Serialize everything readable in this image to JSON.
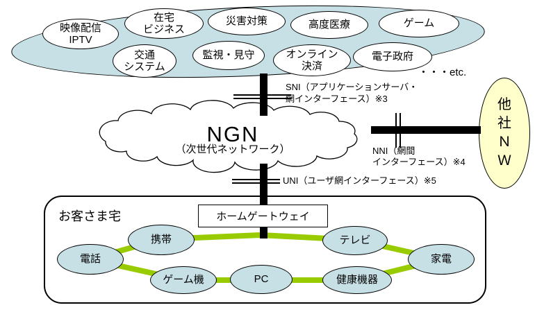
{
  "top_services": {
    "items": [
      {
        "label": "映像配信\nIPTV"
      },
      {
        "label": "在宅\nビジネス"
      },
      {
        "label": "災害対策"
      },
      {
        "label": "高度医療"
      },
      {
        "label": "ゲーム"
      },
      {
        "label": "交通\nシステム"
      },
      {
        "label": "監視・見守"
      },
      {
        "label": "オンライン\n決済"
      },
      {
        "label": "電子政府"
      }
    ],
    "etc_label": "・・・etc."
  },
  "ngn": {
    "title": "NGN",
    "subtitle": "（次世代ネットワーク）"
  },
  "interfaces": {
    "sni": "SNI（アプリケーションサーバ・\n網インターフェース）※3",
    "nni": "NNI（網間\nインターフェース）※4",
    "uni": "UNI（ユーザ網インターフェース）※5"
  },
  "other_network": {
    "label": "他\n社\nＮ\nＷ"
  },
  "customer_home": {
    "title": "お客さま宅",
    "gateway_label": "ホームゲートウェイ",
    "devices": [
      {
        "label": "携帯"
      },
      {
        "label": "電話"
      },
      {
        "label": "ゲーム機"
      },
      {
        "label": "PC"
      },
      {
        "label": "テレビ"
      },
      {
        "label": "家電"
      },
      {
        "label": "健康機器"
      }
    ]
  },
  "colors": {
    "services_area_fill": "#c7e0e6",
    "device_fill": "#c7e0e6",
    "other_network_fill": "#ffffcc",
    "home_ring": "#99cc00",
    "link": "#000000"
  }
}
